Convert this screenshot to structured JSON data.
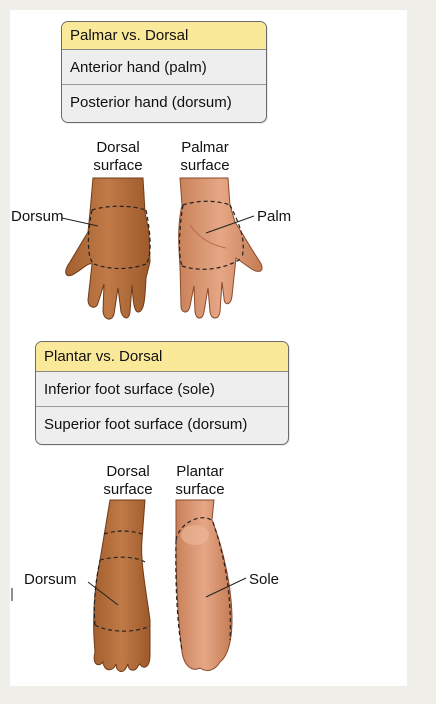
{
  "hand_box": {
    "header": "Palmar vs. Dorsal",
    "rows": [
      "Anterior hand (palm)",
      "Posterior hand (dorsum)"
    ]
  },
  "hand_labels": {
    "dorsal_line1": "Dorsal",
    "dorsal_line2": "surface",
    "palmar_line1": "Palmar",
    "palmar_line2": "surface",
    "dorsum": "Dorsum",
    "palm": "Palm"
  },
  "foot_box": {
    "header": "Plantar vs. Dorsal",
    "rows": [
      "Inferior foot surface (sole)",
      "Superior foot surface (dorsum)"
    ]
  },
  "foot_labels": {
    "dorsal_line1": "Dorsal",
    "dorsal_line2": "surface",
    "plantar_line1": "Plantar",
    "plantar_line2": "surface",
    "dorsum": "Dorsum",
    "sole": "Sole"
  },
  "colors": {
    "header_fill": "#fbe99a",
    "box_fill": "#eeeeee",
    "skin_dorsal": "#b8703f",
    "skin_palm": "#e3a382"
  }
}
